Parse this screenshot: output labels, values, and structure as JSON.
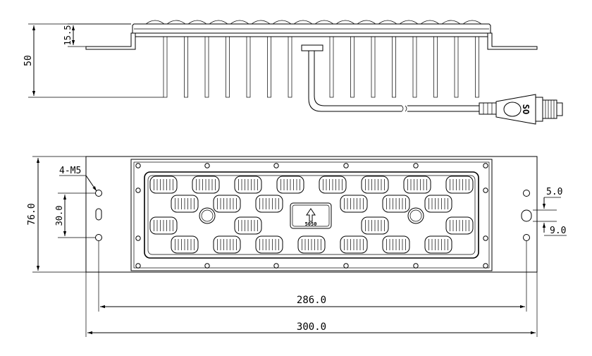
{
  "side_view": {
    "height_dim": "50",
    "lens_height_dim": "15.5",
    "connector_label": "SO"
  },
  "front_view": {
    "screw_callout": "4-M5",
    "height_dim": "76.0",
    "hole_spacing_dim": "30.0",
    "slot_offset_dim": "5.0",
    "slot_length_dim": "9.0",
    "hole_pitch_dim": "286.0",
    "overall_length_dim": "300.0",
    "led_marking": "5050"
  },
  "colors": {
    "ink": "#000000",
    "paper": "#ffffff"
  }
}
